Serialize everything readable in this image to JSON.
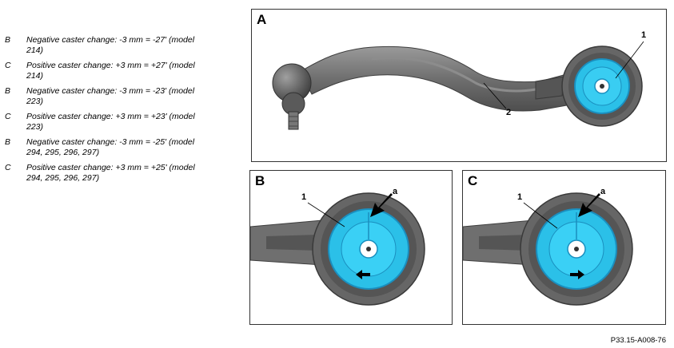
{
  "legend": [
    {
      "key": "B",
      "text": "Negative caster change: -3 mm = -27' (model 214)"
    },
    {
      "key": "C",
      "text": "Positive caster change: +3 mm = +27' (model 214)"
    },
    {
      "key": "B",
      "text": "Negative caster change: -3 mm = -23' (model 223)"
    },
    {
      "key": "C",
      "text": "Positive caster change: +3 mm = +23' (model 223)"
    },
    {
      "key": "B",
      "text": "Negative caster change: -3 mm = -25' (model 294, 295, 296, 297)"
    },
    {
      "key": "C",
      "text": "Positive caster change: +3 mm = +25' (model 294, 295, 296, 297)"
    }
  ],
  "panels": {
    "a": {
      "letter": "A",
      "callouts": [
        "1",
        "2"
      ]
    },
    "b": {
      "letter": "B",
      "callouts": [
        "1",
        "a"
      ]
    },
    "c": {
      "letter": "C",
      "callouts": [
        "1",
        "a"
      ]
    }
  },
  "figure_code": "P33.15-A008-76",
  "colors": {
    "arm": "#6f6f6f",
    "arm_dark": "#4a4a4a",
    "bushing": "#2bc0e8",
    "bushing_dark": "#1a8fbf",
    "arrow": "#000000"
  }
}
